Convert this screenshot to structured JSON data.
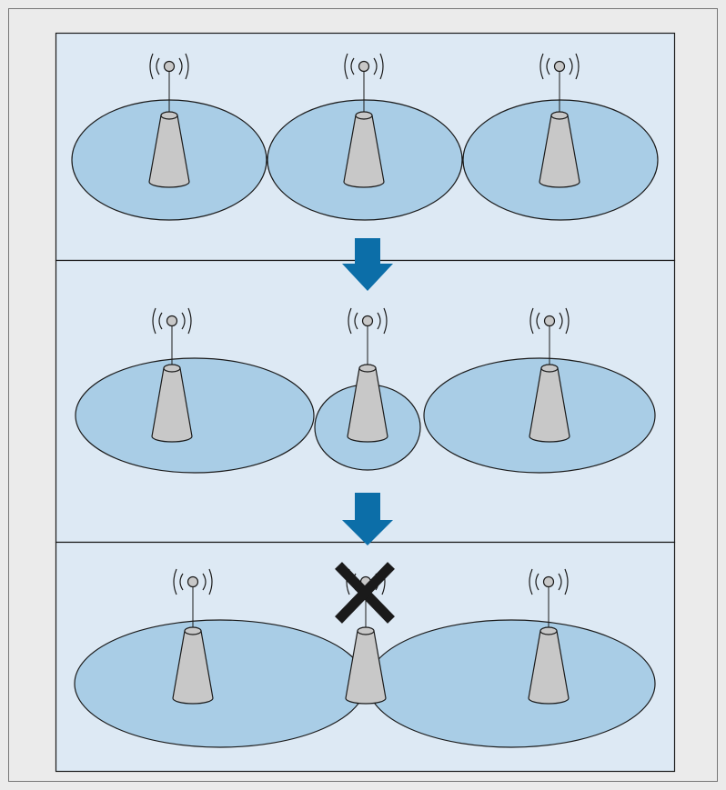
{
  "title": "",
  "colors": {
    "page_background": "#ebebeb",
    "outer_border": "#777777",
    "panel_fill": "#dde9f4",
    "panel_border": "#1a1a1a",
    "coverage_fill": "#a9cde6",
    "tower_fill": "#c8c8c8",
    "arrow_fill": "#0c6ea8",
    "cross_color": "#1a1a1a"
  },
  "stages": [
    {
      "id": "stage-1",
      "cells": [
        {
          "id": "left-cell",
          "coverage": "normal",
          "active": true
        },
        {
          "id": "middle-cell",
          "coverage": "normal",
          "active": true
        },
        {
          "id": "right-cell",
          "coverage": "normal",
          "active": true
        }
      ]
    },
    {
      "id": "stage-2",
      "cells": [
        {
          "id": "left-cell",
          "coverage": "expanded",
          "active": true
        },
        {
          "id": "middle-cell",
          "coverage": "shrunk",
          "active": true
        },
        {
          "id": "right-cell",
          "coverage": "expanded",
          "active": true
        }
      ]
    },
    {
      "id": "stage-3",
      "cells": [
        {
          "id": "left-cell",
          "coverage": "expanded",
          "active": true
        },
        {
          "id": "middle-cell",
          "coverage": "none",
          "active": false
        },
        {
          "id": "right-cell",
          "coverage": "expanded",
          "active": true
        }
      ]
    }
  ],
  "transitions": [
    {
      "icon": "down-arrow-icon"
    },
    {
      "icon": "down-arrow-icon"
    }
  ],
  "icons": {
    "tower": "cell-tower-icon",
    "signal": "wireless-signal-icon",
    "disabled": "x-mark-icon"
  }
}
